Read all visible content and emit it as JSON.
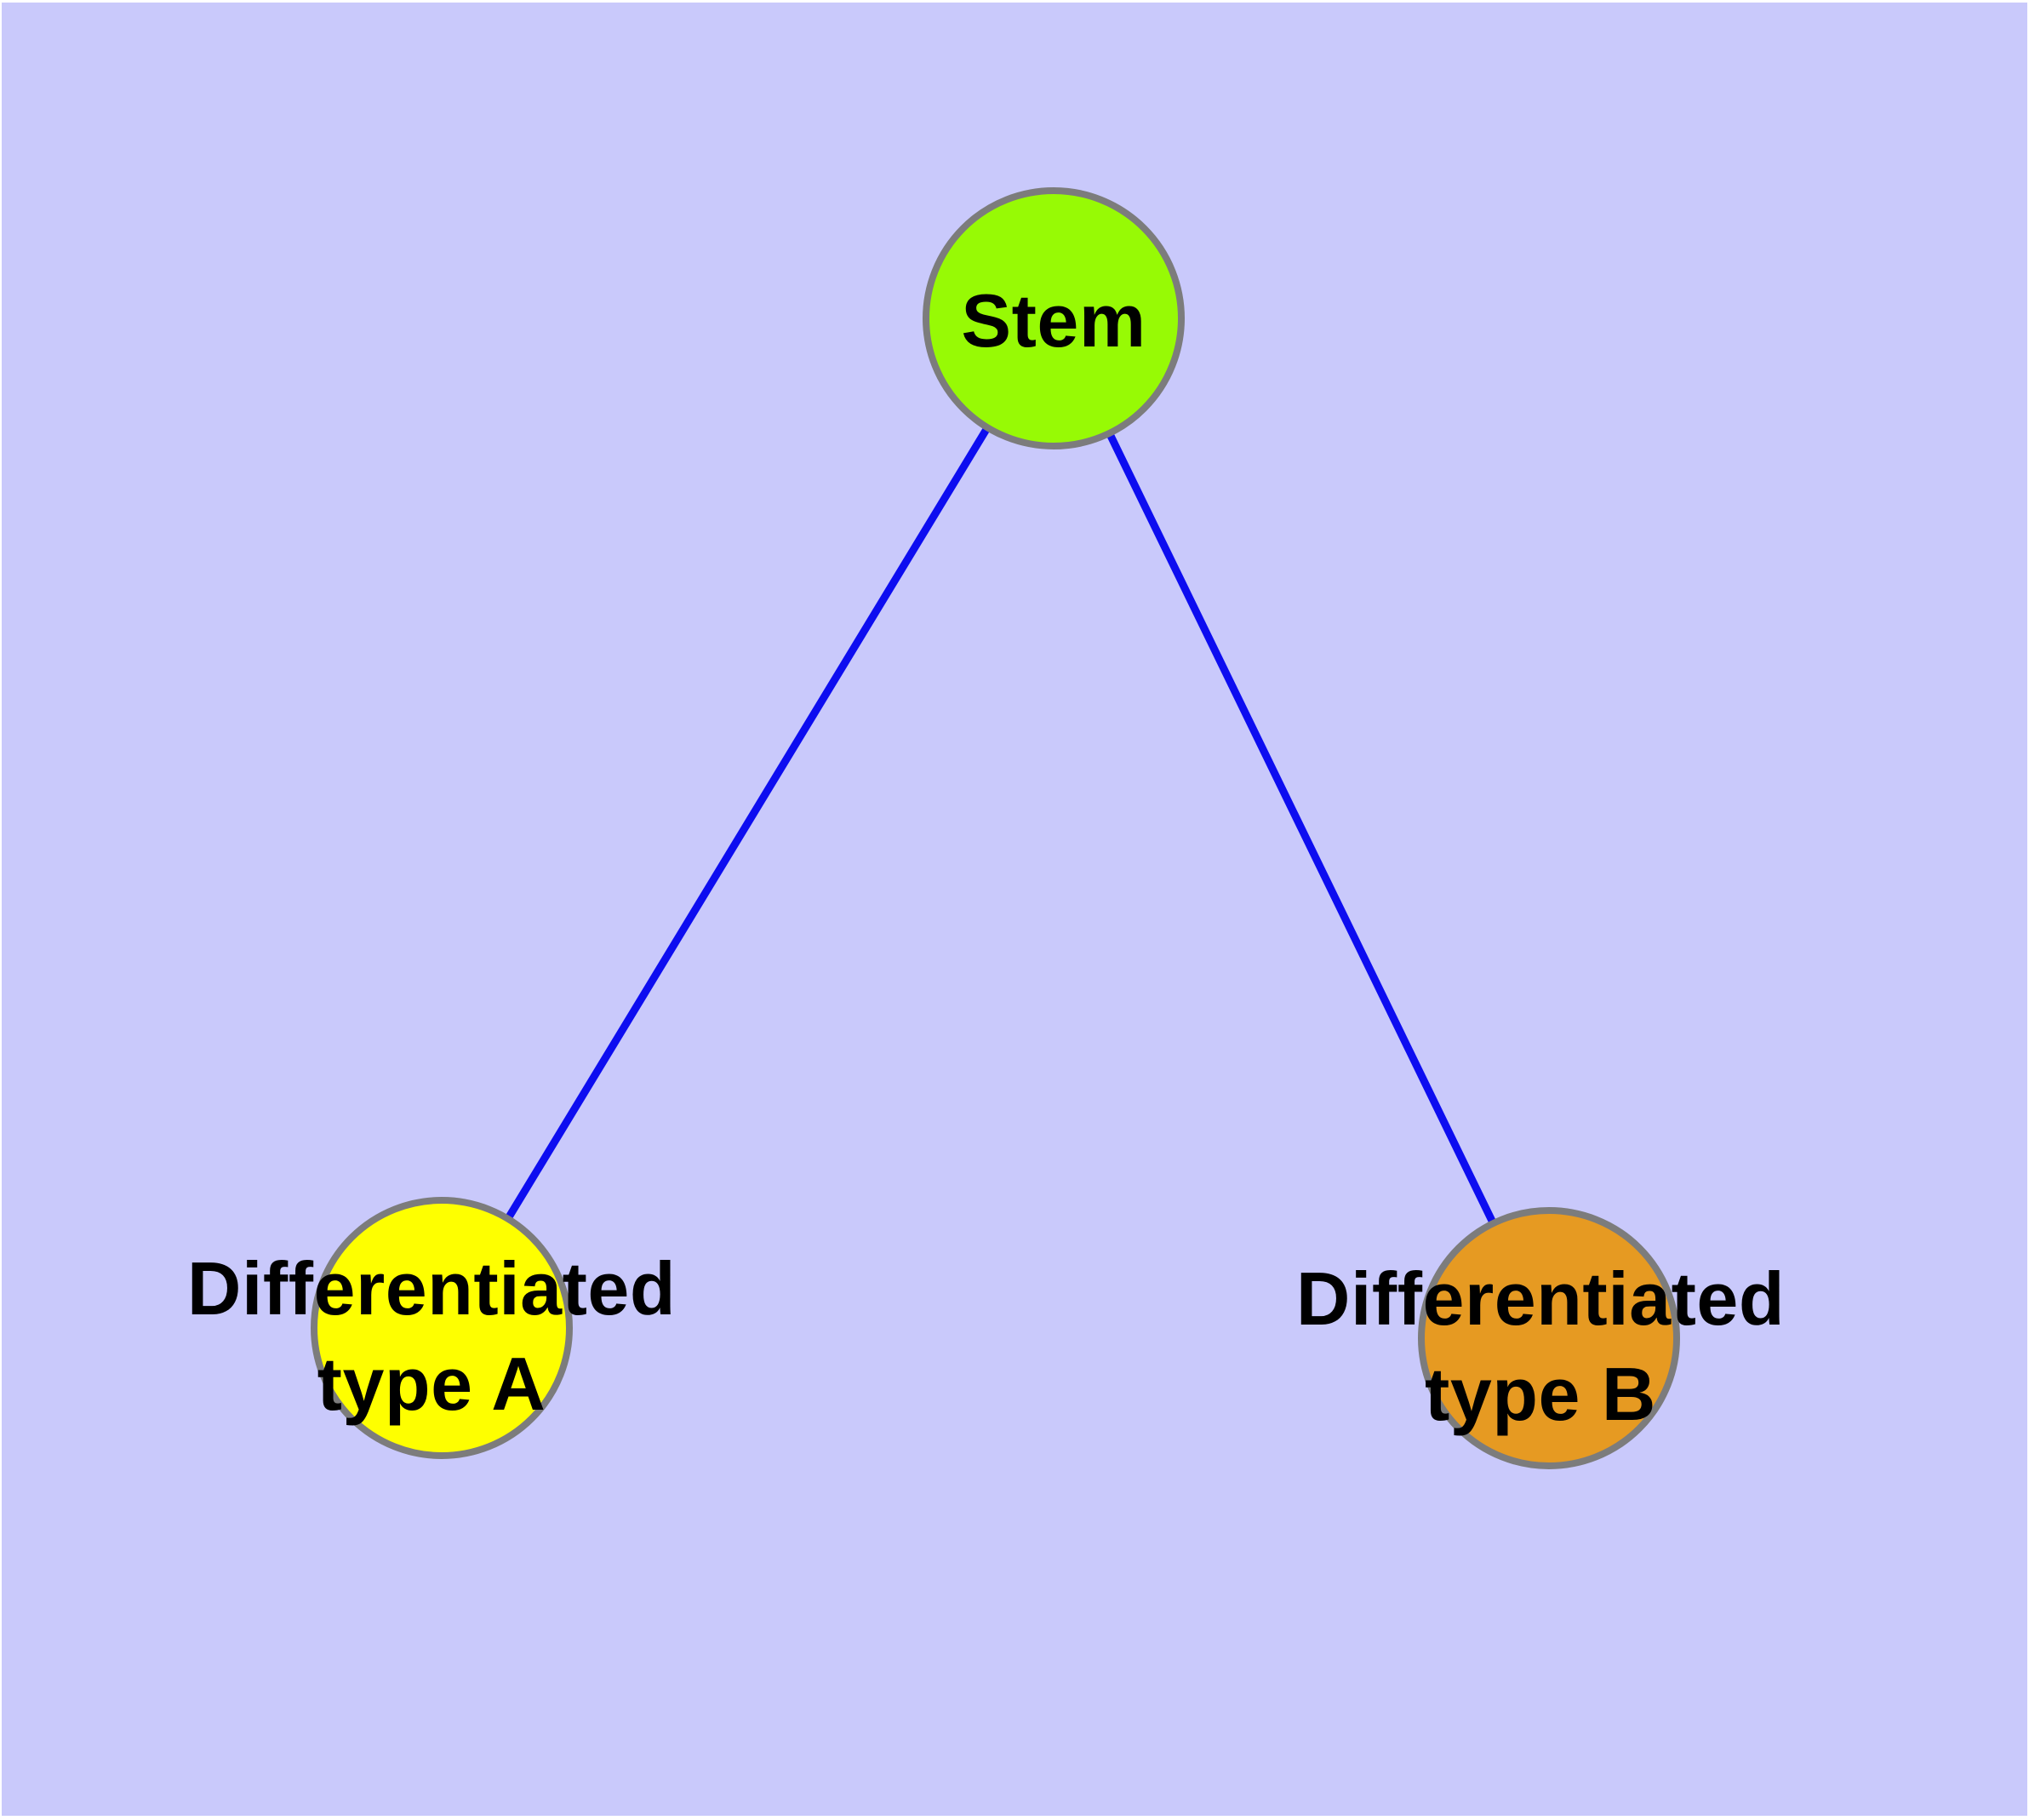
{
  "diagram": {
    "type": "node-link-graph",
    "background_color": "#c9c9fb",
    "frame_color": "#ffffff",
    "edge_color": "#0d0df0",
    "node_border_color": "#7c7c7c",
    "label_color": "#000000",
    "nodes": [
      {
        "id": "stem",
        "label": "Stem",
        "color": "#97fa05"
      },
      {
        "id": "diff-a",
        "label": "Differentiated\ntype A",
        "color": "#feff00"
      },
      {
        "id": "diff-b",
        "label": "Differentiated\ntype B",
        "color": "#e69a22"
      }
    ],
    "edges": [
      {
        "from": "stem",
        "to": "diff-a"
      },
      {
        "from": "stem",
        "to": "diff-b"
      }
    ]
  }
}
